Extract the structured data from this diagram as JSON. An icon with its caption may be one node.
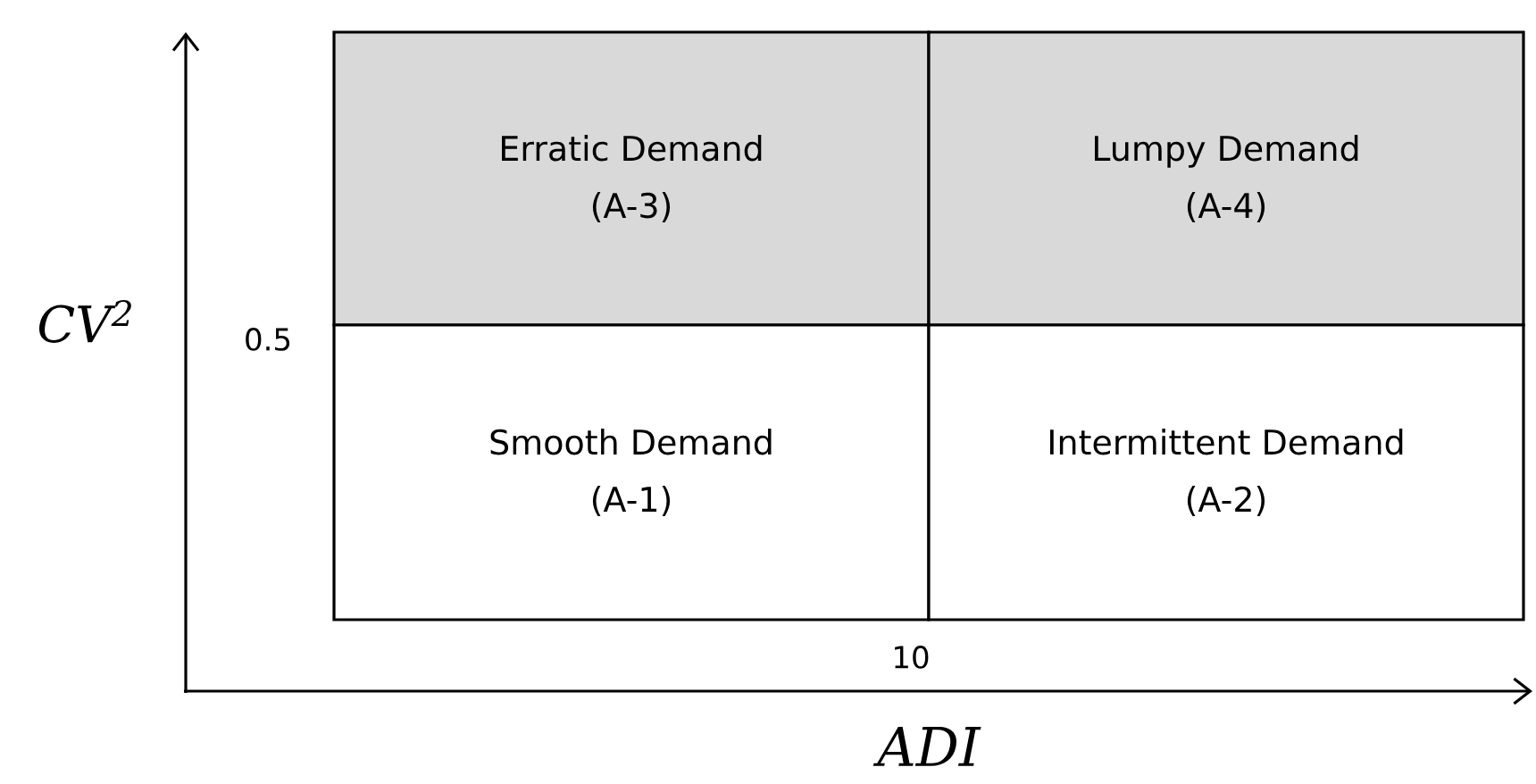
{
  "diagram": {
    "nodes": [
      {
        "text": [
          "Erratic Demand",
          "(A-3)"
        ]
      },
      {
        "text": [
          "Lumpy Demand",
          "(A-4)"
        ]
      },
      {
        "text": [
          "Smooth Demand",
          "(A-1)"
        ]
      },
      {
        "text": [
          "Intermittent Demand",
          "(A-2)"
        ]
      }
    ],
    "labels": [
      "CV$^{2}$",
      "0.5",
      "10",
      "ADI"
    ]
  }
}
